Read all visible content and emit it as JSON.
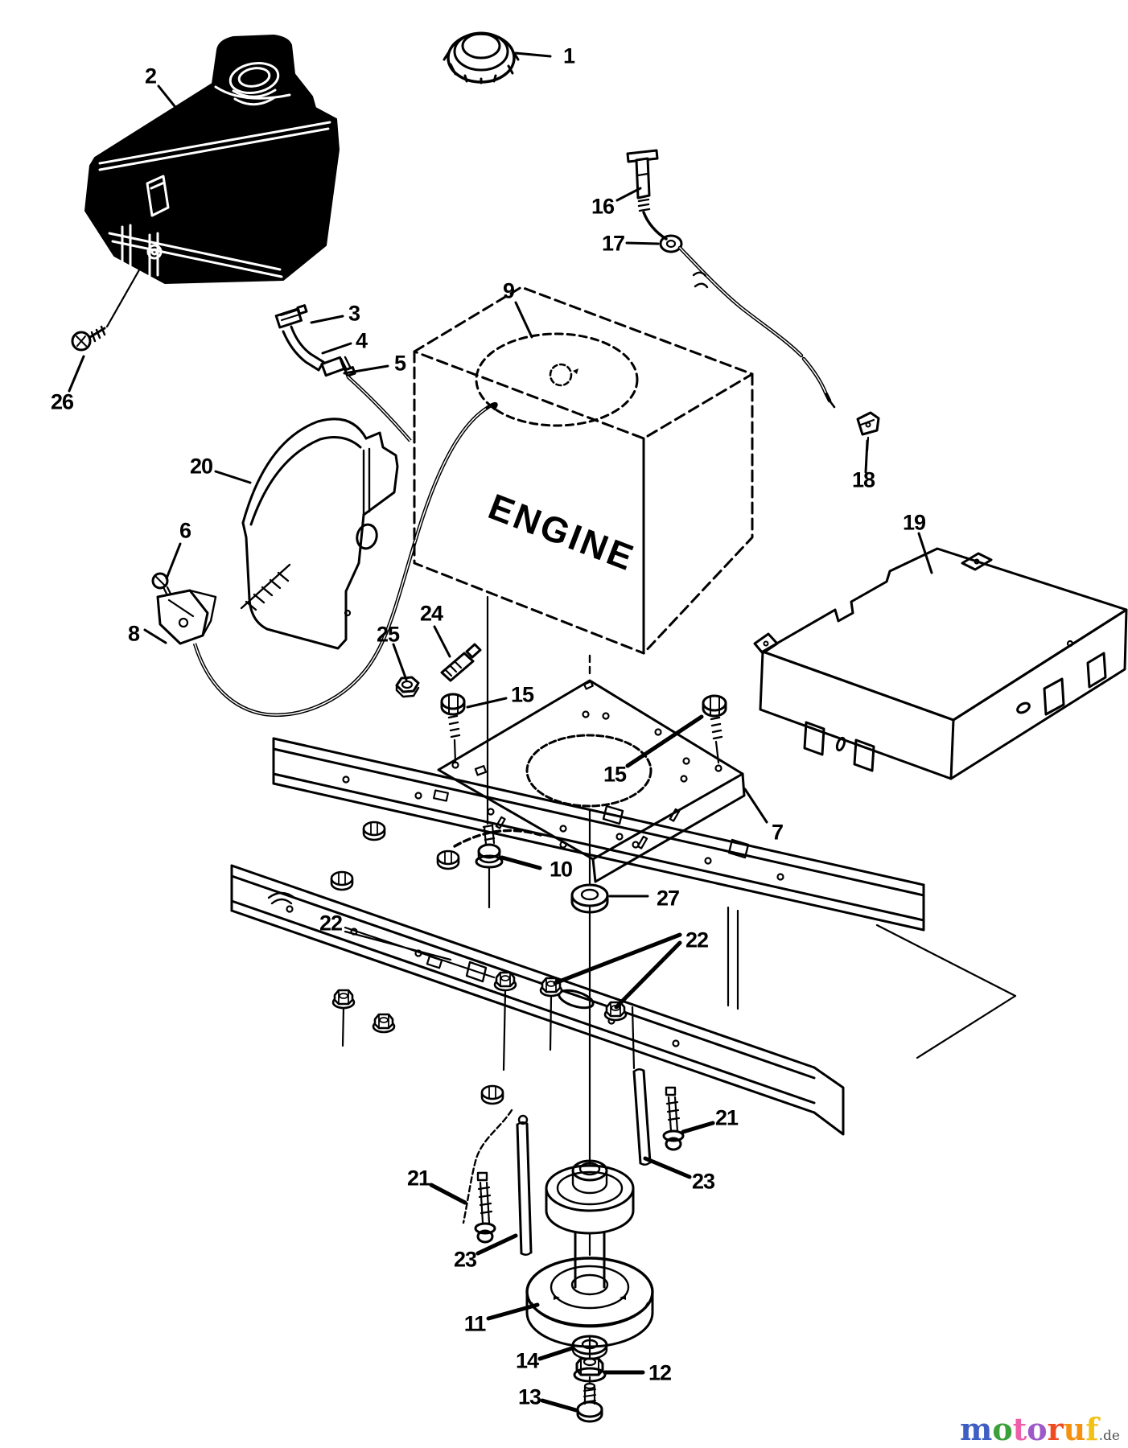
{
  "page": {
    "background": "#ffffff",
    "ink": "#000000"
  },
  "diagram": {
    "engine_label": "ENGINE"
  },
  "callouts": [
    {
      "number": "1"
    },
    {
      "number": "2"
    },
    {
      "number": "3"
    },
    {
      "number": "4"
    },
    {
      "number": "5"
    },
    {
      "number": "6"
    },
    {
      "number": "7"
    },
    {
      "number": "8"
    },
    {
      "number": "9"
    },
    {
      "number": "10"
    },
    {
      "number": "11"
    },
    {
      "number": "12"
    },
    {
      "number": "13"
    },
    {
      "number": "14"
    },
    {
      "number": "15"
    },
    {
      "number": "15"
    },
    {
      "number": "16"
    },
    {
      "number": "17"
    },
    {
      "number": "18"
    },
    {
      "number": "19"
    },
    {
      "number": "20"
    },
    {
      "number": "21"
    },
    {
      "number": "21"
    },
    {
      "number": "22"
    },
    {
      "number": "22"
    },
    {
      "number": "23"
    },
    {
      "number": "23"
    },
    {
      "number": "24"
    },
    {
      "number": "25"
    },
    {
      "number": "26"
    },
    {
      "number": "27"
    }
  ],
  "watermark": {
    "suffix": ".de",
    "suffix_color": "#555555",
    "letters": [
      {
        "ch": "m",
        "color": "#3f5ec4"
      },
      {
        "ch": "o",
        "color": "#3ba03b"
      },
      {
        "ch": "t",
        "color": "#ef5fa7"
      },
      {
        "ch": "o",
        "color": "#9e59c8"
      },
      {
        "ch": "r",
        "color": "#ee4b23"
      },
      {
        "ch": "u",
        "color": "#f5910f"
      },
      {
        "ch": "f",
        "color": "#f2c114"
      }
    ]
  }
}
